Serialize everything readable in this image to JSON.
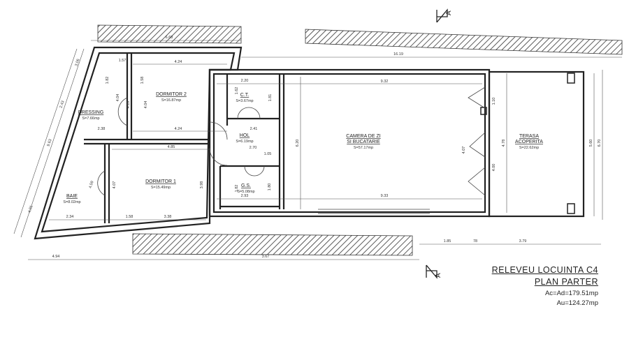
{
  "title_block": {
    "line1": "RELEVEU LOCUINTA C4",
    "line2": "PLAN PARTER",
    "area_total": "Ac=Ad=179.51mp",
    "area_usable": "Au=124.27mp"
  },
  "section_marker": "A",
  "rooms": [
    {
      "name": "DORMITOR 2",
      "area": "S=16.87mp"
    },
    {
      "name": "DRESSING",
      "area": "S=7.66mp"
    },
    {
      "name": "C.T.",
      "area": "S=3.67mp"
    },
    {
      "name": "HOL",
      "area": "S=6.19mp"
    },
    {
      "name": "G.S.",
      "area": "S=5.08mp"
    },
    {
      "name": "DORMITOR 1",
      "area": "S=15.49mp"
    },
    {
      "name": "BAIE",
      "area": "S=8.02mp"
    },
    {
      "name": "CAMERA DE ZI",
      "name2": "SI BUCATARIE",
      "area": "S=57.17mp"
    },
    {
      "name": "TERASA",
      "name2": "ACOPERITA",
      "area": "S=22.62mp"
    }
  ],
  "dimensions": [
    "6.68",
    "16.19",
    "4.24",
    "4.24",
    "4.85",
    "1.57",
    "1.82",
    "4.04",
    "4.19",
    "1.58",
    "4.04",
    "2.38",
    "2.20",
    "1.81",
    "2.41",
    "2.70",
    "1.05",
    "2.93",
    "9.32",
    "9.33",
    "6.20",
    "4.07",
    "4.00",
    "4.78",
    "5.60",
    "6.70",
    "1.10",
    "3.38",
    "1.58",
    "2.34",
    "4.59",
    "4.07",
    "3.98",
    "4.94",
    "3.67",
    "1.85",
    "78",
    "3.79",
    "9.63",
    "4.01",
    "3.06",
    "2.43",
    "1.80",
    "1.82",
    "1.62"
  ]
}
